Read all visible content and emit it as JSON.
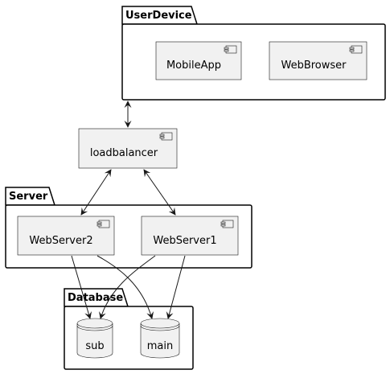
{
  "diagram": {
    "packages": {
      "user_device": "UserDevice",
      "server": "Server",
      "database": "Database"
    },
    "components": {
      "mobile_app": "MobileApp",
      "web_browser": "WebBrowser",
      "loadbalancer": "loadbalancer",
      "web_server_2": "WebServer2",
      "web_server_1": "WebServer1"
    },
    "databases": {
      "sub": "sub",
      "main": "main"
    },
    "colors": {
      "node_fill": "#f1f1f1",
      "stroke": "#181818",
      "package_fill": "#ffffff"
    }
  }
}
